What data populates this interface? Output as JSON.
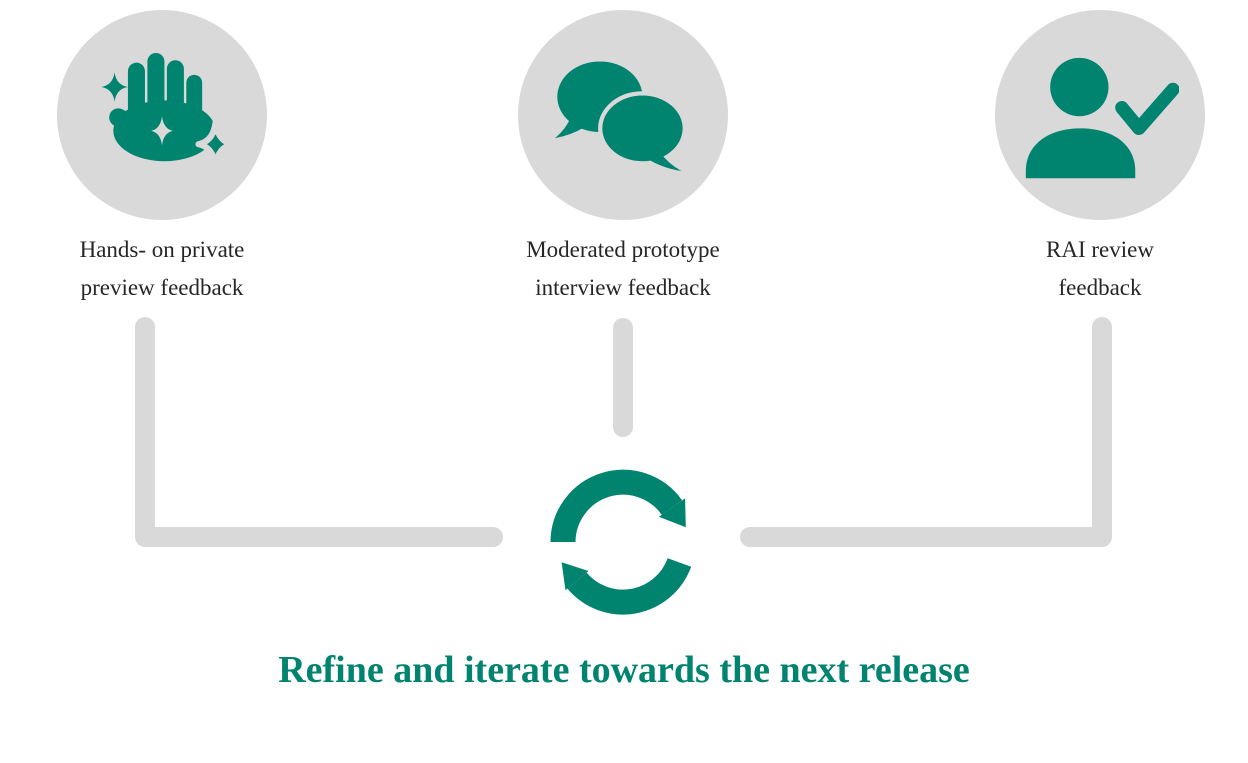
{
  "diagram": {
    "title": "Refine and iterate towards the next release",
    "steps": [
      {
        "icon": "hand-sparkles-icon",
        "label_line1": "Hands- on private",
        "label_line2": "preview feedback"
      },
      {
        "icon": "chat-bubbles-icon",
        "label_line1": "Moderated prototype",
        "label_line2": "interview feedback"
      },
      {
        "icon": "person-check-icon",
        "label_line1": "RAI review",
        "label_line2": "feedback"
      }
    ],
    "center_icon": "sync-arrows-icon"
  },
  "colors": {
    "teal": "#00836F",
    "icon_circle_gray": "#D9D9D9",
    "connector_gray": "#D9D9D9",
    "label_text": "#262626",
    "background": "#FFFFFF"
  }
}
